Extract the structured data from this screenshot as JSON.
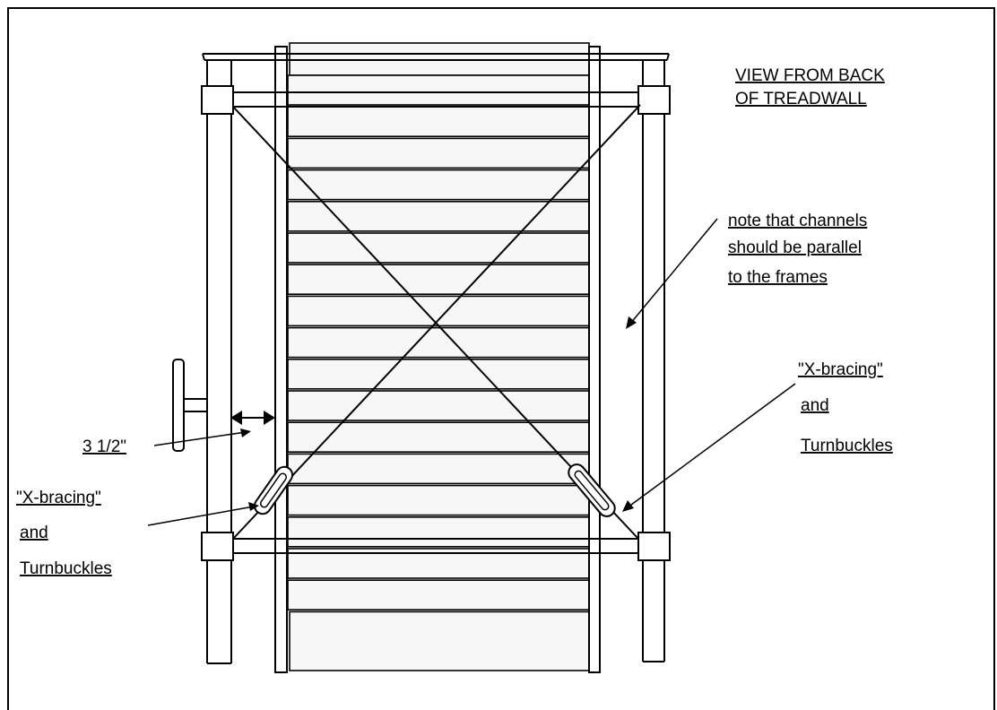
{
  "diagram": {
    "title_line_1": "VIEW FROM BACK",
    "title_line_2": "OF TREADWALL",
    "note": {
      "line_1": "note that channels",
      "line_2": "should be parallel",
      "line_3": "to the frames"
    },
    "dimension_label": "3 1/2\"",
    "right_callout": {
      "line_1": "\"X-bracing\"",
      "line_2": "and",
      "line_3": "Turnbuckles"
    },
    "left_callout": {
      "line_1": "\"X-bracing\"",
      "line_2": "and",
      "line_3": "Turnbuckles"
    },
    "tread_slats": 17
  },
  "colors": {
    "stroke": "#000000",
    "slat_fill": "#f7f7f7",
    "background": "#ffffff"
  }
}
